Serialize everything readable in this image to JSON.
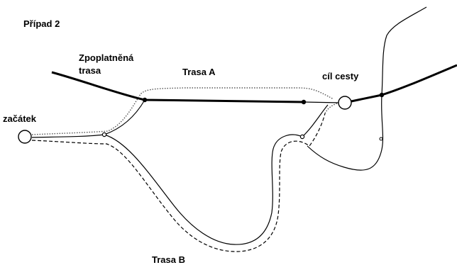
{
  "title": "Případ 2",
  "labels": {
    "toll_road_line1": "Zpoplatněná",
    "toll_road_line2": "trasa",
    "route_a": "Trasa A",
    "destination": "cíl cesty",
    "start": "začátek",
    "route_b": "Trasa B"
  },
  "colors": {
    "line": "#000000",
    "dotted_route": "#555555",
    "background": "#ffffff"
  }
}
